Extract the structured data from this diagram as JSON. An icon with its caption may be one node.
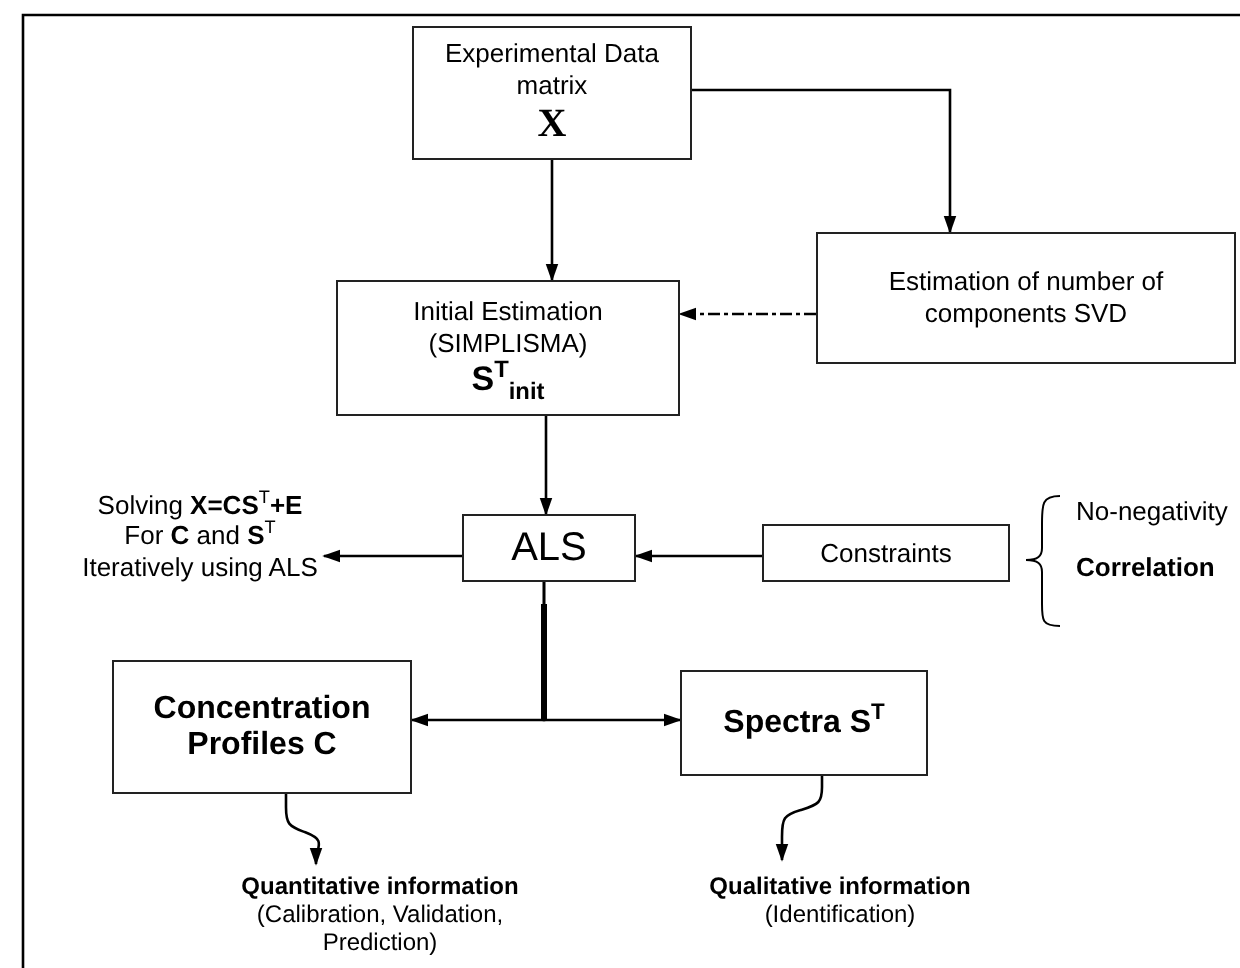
{
  "diagram": {
    "nodes": [
      {
        "text": [
          "Experimental Data matrix",
          "X"
        ]
      },
      {
        "text": [
          "Initial Estimation (SIMPLISMA)",
          "S$^{T}$$_{init}$"
        ]
      },
      {
        "text": [
          "Estimation of number of components SVD"
        ]
      },
      {
        "text": [
          "Solving **X=CS**$^{T}$**+E** For **C** and **S**$^{T}$ Iteratively using ALS"
        ]
      },
      {
        "text": [
          "ALS"
        ]
      },
      {
        "text": [
          "Constraints"
        ],
        "beside": [
          "No-negativity",
          "Correlation"
        ]
      },
      {
        "text": [
          "Concentration Profiles C"
        ]
      },
      {
        "text": [
          "Spectra S$^{T}$"
        ]
      },
      {
        "text": [
          "Quantitative information",
          "(Calibration, Validation, Prediction)"
        ]
      },
      {
        "text": [
          "Qualitative information",
          "(Identification)"
        ]
      }
    ],
    "edges": [
      {
        "from": 0,
        "to": 1,
        "arrow": "to"
      },
      {
        "from": 0,
        "to": 2,
        "arrow": "to"
      },
      {
        "from": 2,
        "to": 1,
        "arrow": "to",
        "style": "dashed"
      },
      {
        "from": 1,
        "to": 4,
        "arrow": "to"
      },
      {
        "from": 4,
        "to": 3,
        "arrow": "to"
      },
      {
        "from": 5,
        "to": 4,
        "arrow": "to"
      },
      {
        "from": 4,
        "to": 6,
        "arrow": "to"
      },
      {
        "from": 4,
        "to": 7,
        "arrow": "to"
      },
      {
        "from": 6,
        "to": 8,
        "arrow": "to"
      },
      {
        "from": 7,
        "to": 9,
        "arrow": "to"
      }
    ]
  }
}
